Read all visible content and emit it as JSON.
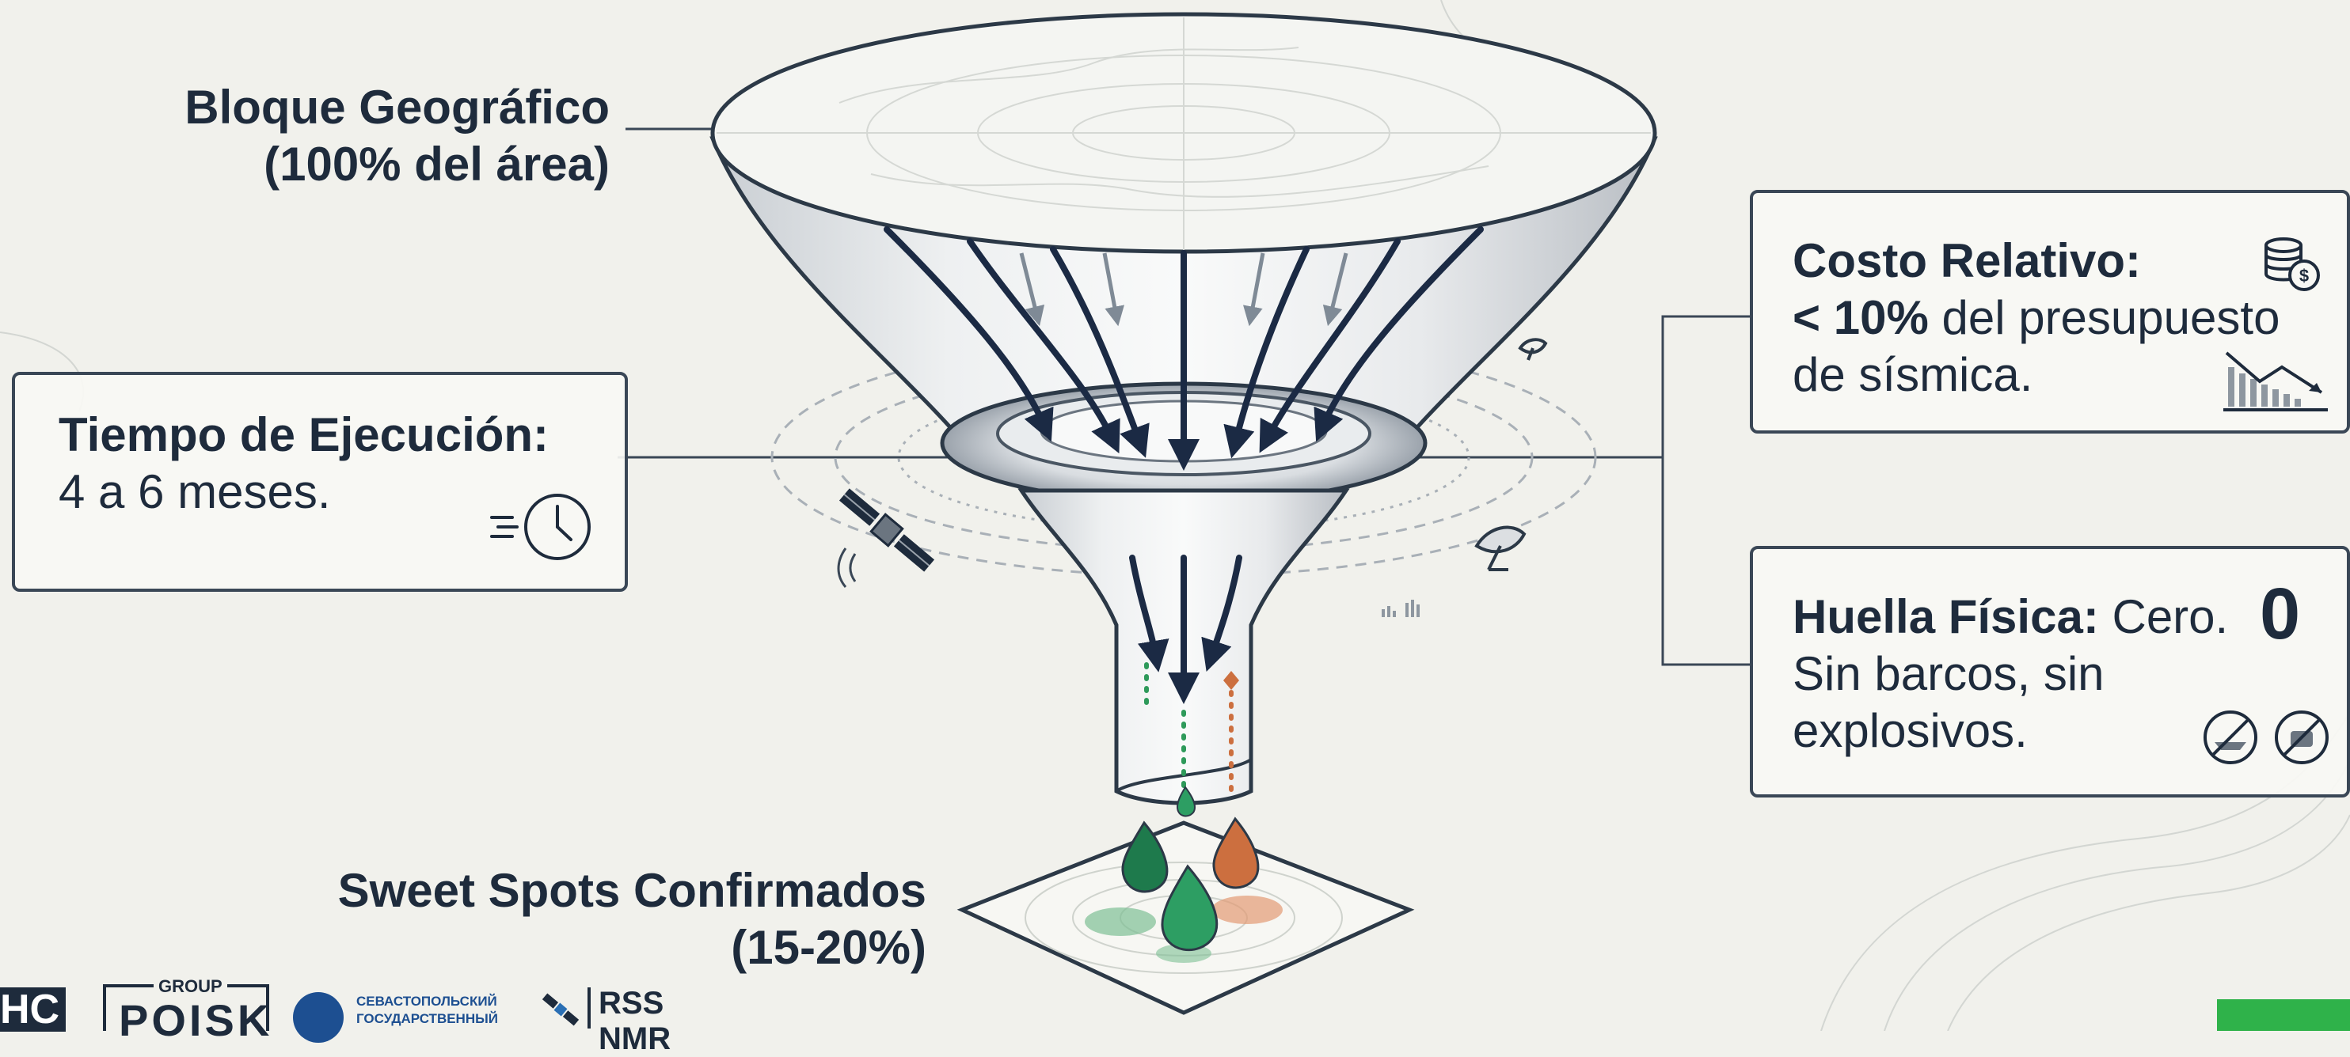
{
  "diagram": {
    "top_label": {
      "line1": "Bloque Geográfico",
      "line2": "(100% del área)"
    },
    "bottom_label": {
      "line1": "Sweet Spots Confirmados",
      "line2": "(15-20%)"
    },
    "time_box": {
      "title": "Tiempo de Ejecución:",
      "value": "4 a 6 meses.",
      "icon": "clock-icon"
    },
    "cost_box": {
      "title": "Costo Relativo:",
      "emph": "< 10%",
      "line2_rest": " del presupuesto",
      "line3": "de sísmica.",
      "icons": [
        "coins-dollar-icon",
        "descending-bar-chart-icon"
      ]
    },
    "footprint_box": {
      "title": "Huella Física:",
      "title_rest": " Cero.",
      "line2": "Sin barcos, sin",
      "line3": "explosivos.",
      "big_number": "0",
      "icons": [
        "no-ship-icon",
        "no-explosives-icon"
      ]
    },
    "decorations": [
      "satellite-icon",
      "satellite-dish-icon",
      "topographic-map-icon",
      "oil-drop-icon"
    ]
  },
  "logos": {
    "left_fragment": "НС",
    "poisk_group": "GROUP",
    "poisk": "POISK",
    "sevsu_line1": "СЕВАСТОПОЛЬСКИЙ",
    "sevsu_line2": "ГОСУДАРСТВЕННЫЙ",
    "rss": "RSS NMR"
  },
  "colors": {
    "background": "#f1f1ec",
    "ink": "#1e2b3c",
    "arrow": "#1b2a44",
    "green_drop": "#1e7a4c",
    "orange_drop": "#cc6f3f",
    "accent_green": "#2fb24a"
  }
}
